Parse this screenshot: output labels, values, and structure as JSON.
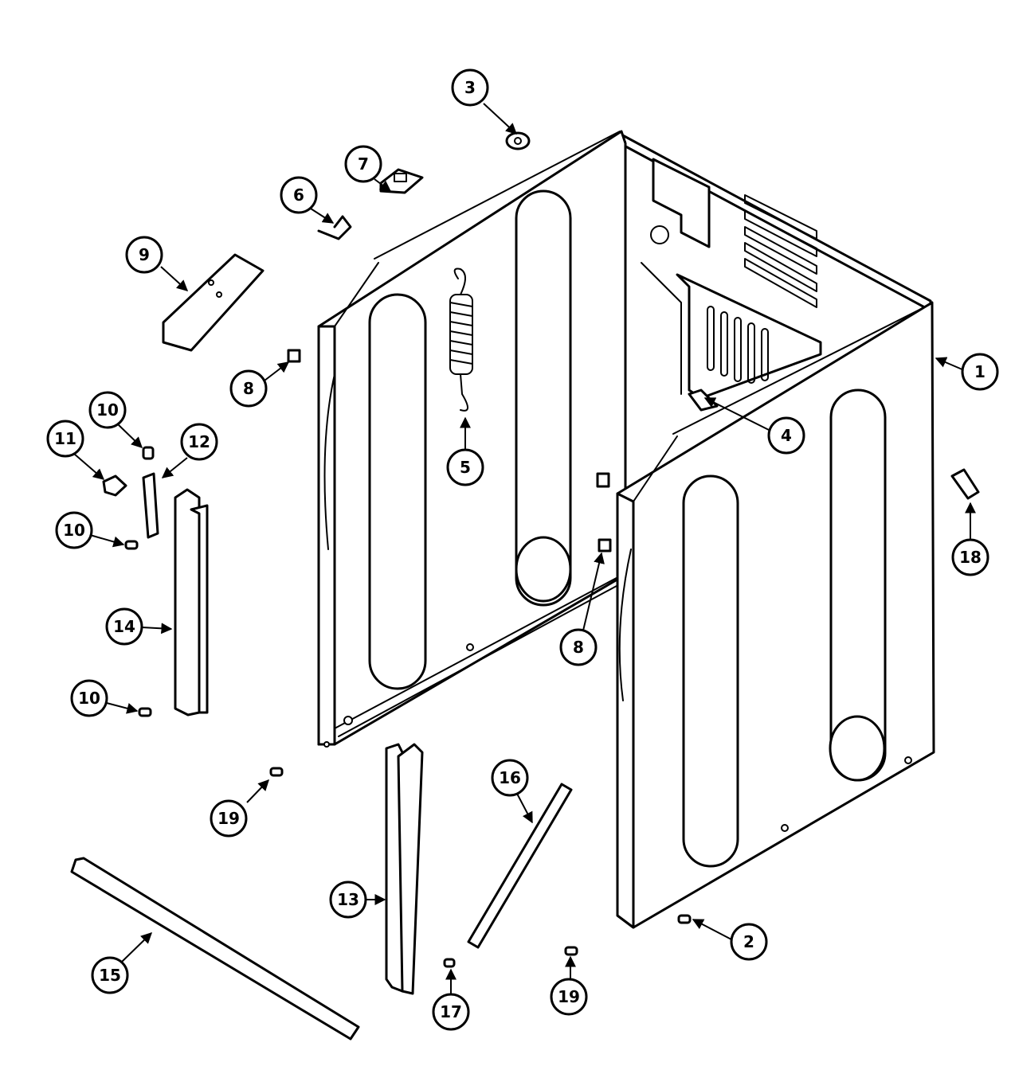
{
  "callouts": [
    {
      "id": "c1",
      "label": "1"
    },
    {
      "id": "c2",
      "label": "2"
    },
    {
      "id": "c3",
      "label": "3"
    },
    {
      "id": "c4",
      "label": "4"
    },
    {
      "id": "c5",
      "label": "5"
    },
    {
      "id": "c6",
      "label": "6"
    },
    {
      "id": "c7",
      "label": "7"
    },
    {
      "id": "c8a",
      "label": "8"
    },
    {
      "id": "c8b",
      "label": "8"
    },
    {
      "id": "c9",
      "label": "9"
    },
    {
      "id": "c10a",
      "label": "10"
    },
    {
      "id": "c10b",
      "label": "10"
    },
    {
      "id": "c10c",
      "label": "10"
    },
    {
      "id": "c11",
      "label": "11"
    },
    {
      "id": "c12",
      "label": "12"
    },
    {
      "id": "c13",
      "label": "13"
    },
    {
      "id": "c14",
      "label": "14"
    },
    {
      "id": "c15",
      "label": "15"
    },
    {
      "id": "c16",
      "label": "16"
    },
    {
      "id": "c17",
      "label": "17"
    },
    {
      "id": "c18",
      "label": "18"
    },
    {
      "id": "c19a",
      "label": "19"
    },
    {
      "id": "c19b",
      "label": "19"
    }
  ]
}
